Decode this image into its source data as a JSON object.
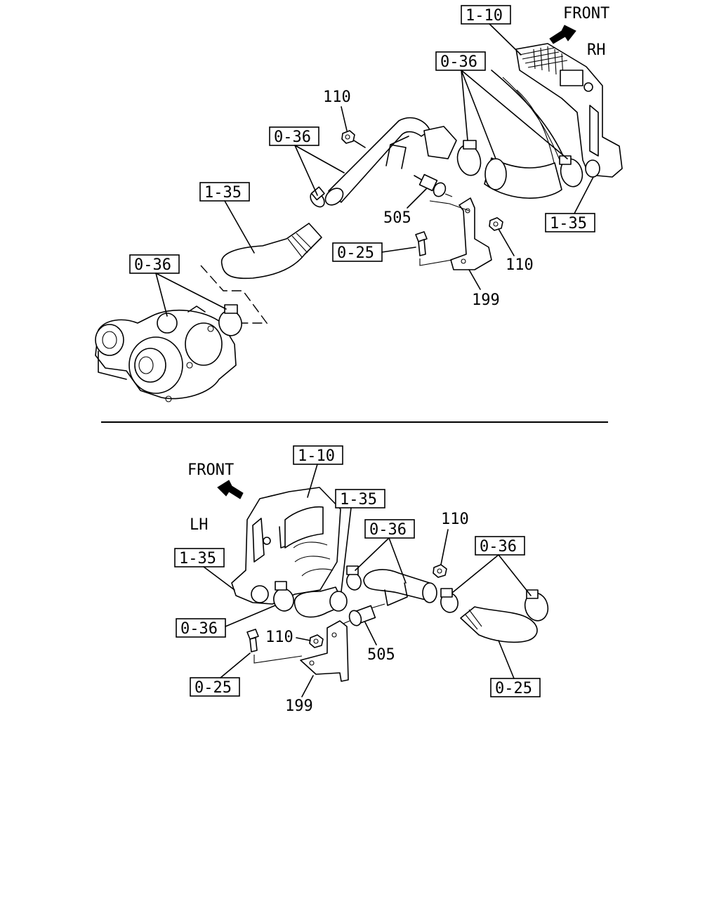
{
  "upper_view": {
    "side": "RH",
    "front": "FRONT",
    "refs": {
      "intercooler": "1-10",
      "clamps_top": "0-36",
      "clamps_left": "0-36",
      "clamps_turbo": "0-36",
      "hose_left": "1-35",
      "hose_right": "1-35",
      "bolt": "0-25"
    },
    "parts": {
      "nut_top": "110",
      "nut_right": "110",
      "sensor": "505",
      "bracket": "199"
    }
  },
  "lower_view": {
    "side": "LH",
    "front": "FRONT",
    "refs": {
      "intercooler": "1-10",
      "hose_mid": "1-35",
      "hose_left": "1-35",
      "clamps_mid": "0-36",
      "clamps_right": "0-36",
      "clamp_left": "0-36",
      "bolt": "0-25",
      "hose_right": "0-25"
    },
    "parts": {
      "nut_top": "110",
      "nut_bracket": "110",
      "sensor": "505",
      "bracket": "199"
    }
  }
}
